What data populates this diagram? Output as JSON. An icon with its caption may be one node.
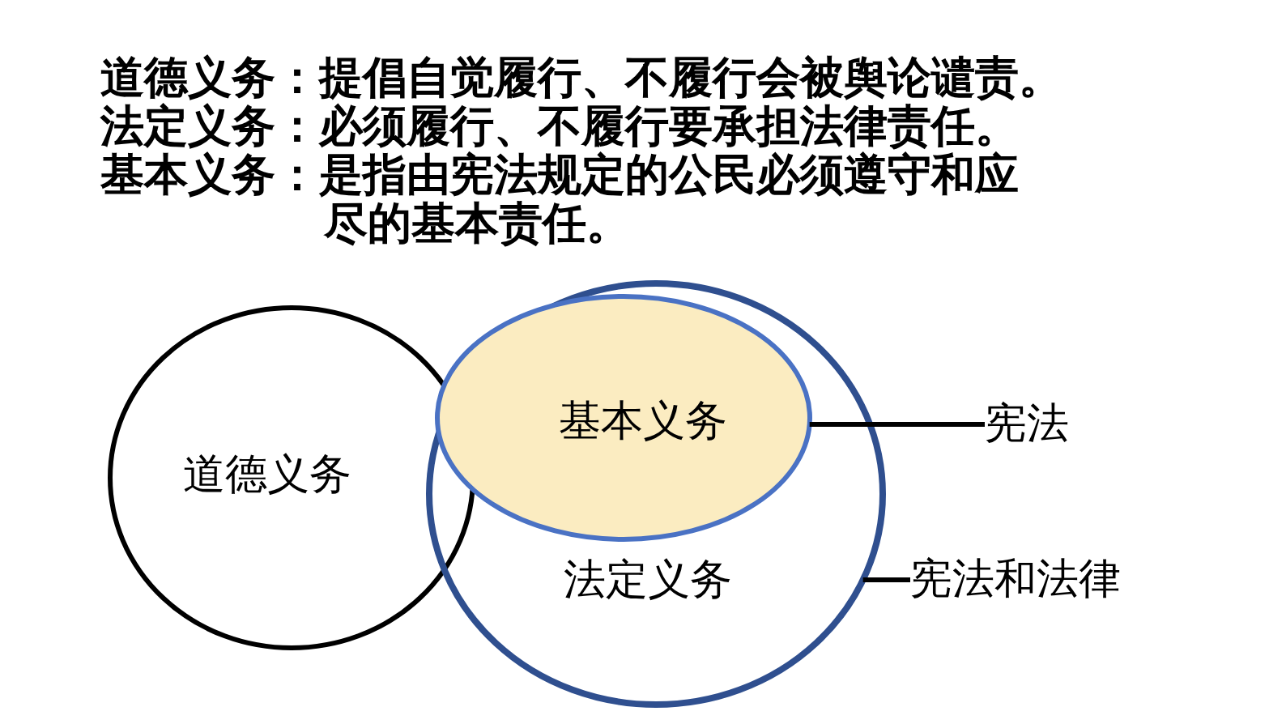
{
  "diagram": {
    "nodes": [
      {
        "text": [
          "道德义务"
        ]
      },
      {
        "text": [
          "法定义务"
        ]
      },
      {
        "text": [
          "基本义务"
        ],
        "in": 1
      },
      {
        "text": [
          "宪法"
        ]
      },
      {
        "text": [
          "宪法和法律"
        ]
      }
    ],
    "edges": [
      {
        "from": 2,
        "to": 3,
        "arrow": "none"
      },
      {
        "from": 1,
        "to": 4,
        "arrow": "none"
      }
    ],
    "labels": [
      "道德义务：提倡自觉履行、不履行会被舆论谴责。",
      "法定义务：必须履行、不履行要承担法律责任。",
      "基本义务：是指由宪法规定的公民必须遵守和应尽的基本责任。"
    ]
  }
}
